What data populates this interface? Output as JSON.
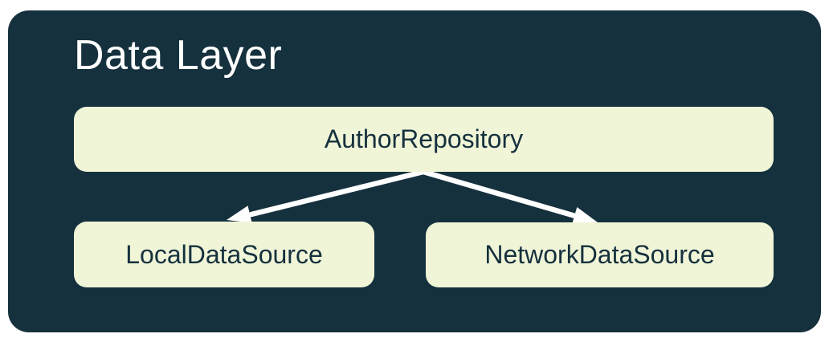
{
  "diagram": {
    "title": "Data Layer",
    "nodes": [
      {
        "id": "repository",
        "label": "AuthorRepository"
      },
      {
        "id": "local",
        "label": "LocalDataSource"
      },
      {
        "id": "network",
        "label": "NetworkDataSource"
      }
    ],
    "edges": [
      {
        "from": "AuthorRepository",
        "to": "LocalDataSource"
      },
      {
        "from": "AuthorRepository",
        "to": "NetworkDataSource"
      }
    ]
  },
  "colors": {
    "page_bg": "#FFFFFF",
    "container_bg": "#16313E",
    "title_text": "#FFFFFF",
    "node_bg": "#F0F5D8",
    "node_text": "#16313E",
    "arrow": "#FFFFFF"
  }
}
